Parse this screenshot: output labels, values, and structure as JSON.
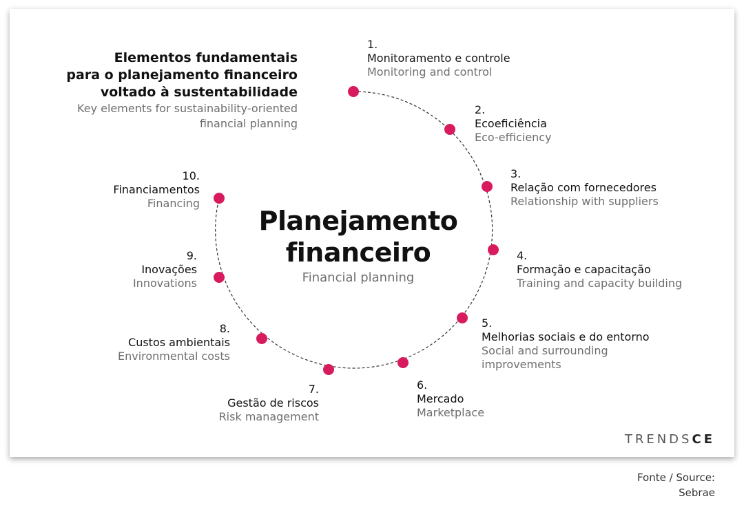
{
  "title": {
    "pt": [
      "Elementos fundamentais",
      "para o planejamento financeiro",
      "voltado à sustentabilidade"
    ],
    "en": [
      "Key elements for sustainability-oriented",
      "financial planning"
    ]
  },
  "center": {
    "pt": [
      "Planejamento",
      "financeiro"
    ],
    "en": "Financial planning"
  },
  "elements": [
    {
      "num": "1.",
      "pt": "Monitoramento e controle",
      "en": [
        "Monitoring and control"
      ]
    },
    {
      "num": "2.",
      "pt": "Ecoeficiência",
      "en": [
        "Eco-efficiency"
      ]
    },
    {
      "num": "3.",
      "pt": "Relação com fornecedores",
      "en": [
        "Relationship with suppliers"
      ]
    },
    {
      "num": "4.",
      "pt": "Formação e capacitação",
      "en": [
        "Training and capacity building"
      ]
    },
    {
      "num": "5.",
      "pt": "Melhorias sociais e do entorno",
      "en": [
        "Social and surrounding",
        "improvements"
      ]
    },
    {
      "num": "6.",
      "pt": "Mercado",
      "en": [
        "Marketplace"
      ]
    },
    {
      "num": "7.",
      "pt": "Gestão de riscos",
      "en": [
        "Risk management"
      ]
    },
    {
      "num": "8.",
      "pt": "Custos ambientais",
      "en": [
        "Environmental costs"
      ]
    },
    {
      "num": "9.",
      "pt": "Inovações",
      "en": [
        "Innovations"
      ]
    },
    {
      "num": "10.",
      "pt": "Financiamentos",
      "en": [
        "Financing"
      ]
    }
  ],
  "logo": {
    "light": "TRENDS",
    "bold": "CE"
  },
  "source": [
    "Fonte / Source:",
    "Sebrae"
  ],
  "colors": {
    "dot": "#d81b5e",
    "line": "#333333"
  }
}
